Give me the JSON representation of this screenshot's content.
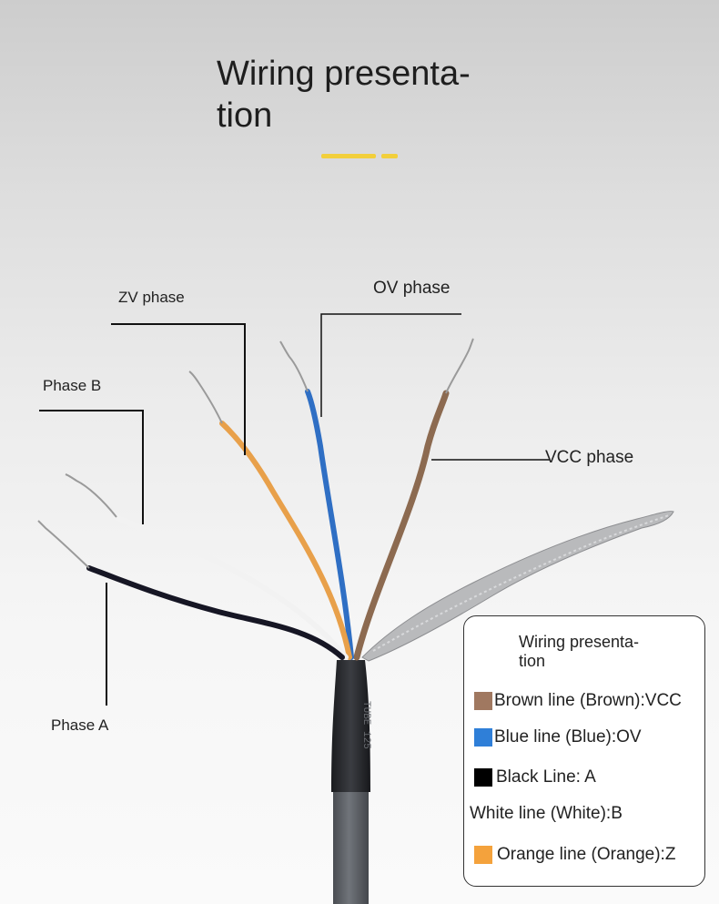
{
  "title": "Wiring presenta-\ntion",
  "labels": {
    "zv_phase": "ZV phase",
    "ov_phase": "OV phase",
    "phase_b": "Phase B",
    "vcc_phase": "VCC phase",
    "phase_a": "Phase A"
  },
  "legend": {
    "title": "Wiring presenta-\ntion",
    "items": [
      {
        "label": "Brown line (Brown):VCC",
        "color": "#a07860"
      },
      {
        "label": "Blue line (Blue):OV",
        "color": "#2f7fd8"
      },
      {
        "label": "Black Line: A",
        "color": "#000000"
      },
      {
        "label": "White line (White):B",
        "color": ""
      },
      {
        "label": "Orange line (Orange):Z",
        "color": "#f4a23c"
      }
    ]
  },
  "colors": {
    "brown_wire": "#8c6a50",
    "blue_wire": "#2f6fc4",
    "black_wire": "#161624",
    "white_wire": "#f4f4f4",
    "orange_wire": "#e8a04a",
    "cable": "#5c6066",
    "accent": "#f2cf3b"
  }
}
